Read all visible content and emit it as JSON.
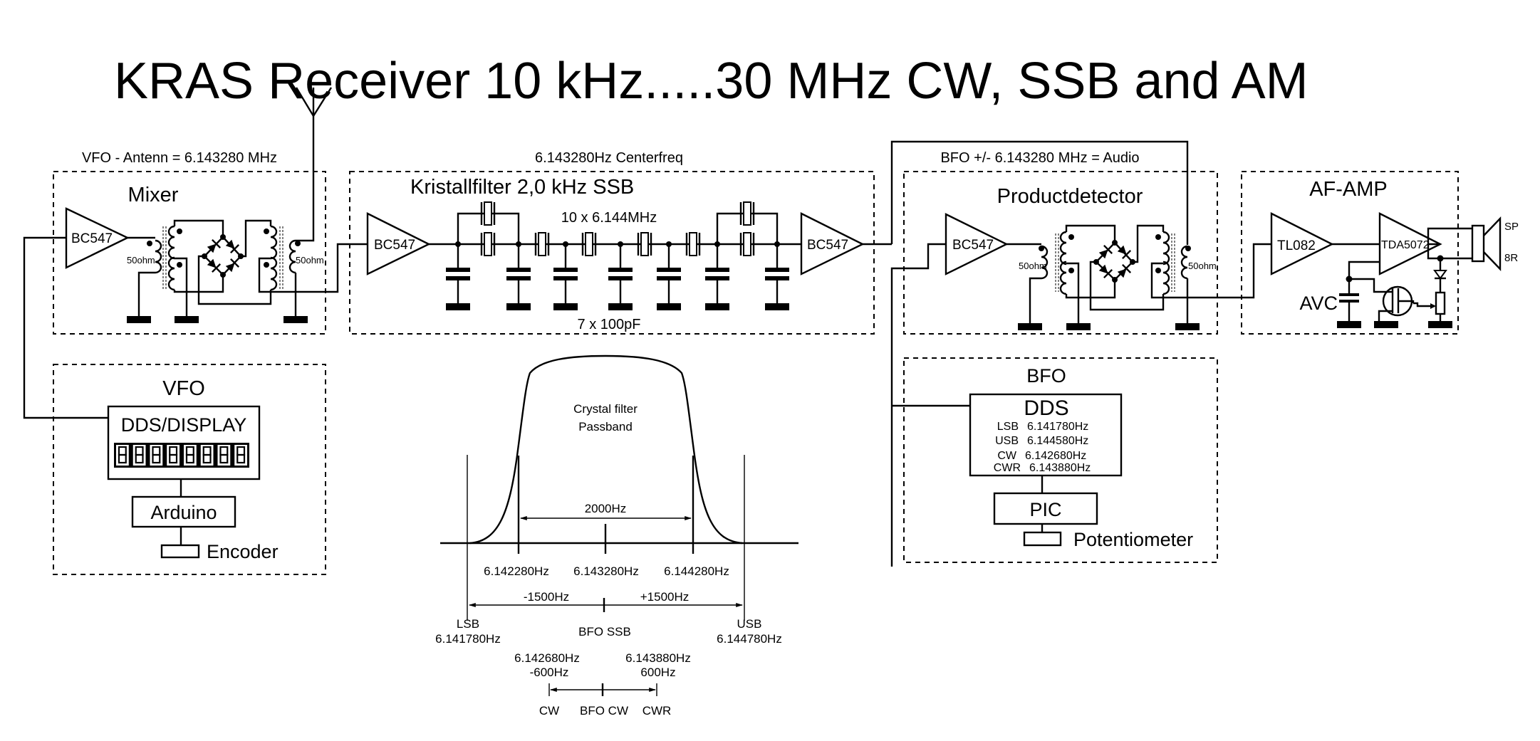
{
  "title": "KRAS Receiver 10 kHz.....30 MHz CW, SSB and AM",
  "colors": {
    "ink": "#000000",
    "background": "#ffffff"
  },
  "mixer": {
    "heading": "VFO - Antenn = 6.143280 MHz",
    "label": "Mixer",
    "amp": "BC547",
    "coil_left": "50ohm",
    "coil_right": "50ohm"
  },
  "filter": {
    "heading": "6.143280Hz  Centerfreq",
    "label": "Kristallfilter  2,0 kHz  SSB",
    "crystals": "10 x 6.144MHz",
    "caps": "7 x 100pF",
    "amp_in": "BC547",
    "amp_out": "BC547"
  },
  "product": {
    "heading": "BFO +/- 6.143280 MHz = Audio",
    "label": "Productdetector",
    "amp": "BC547",
    "coil_left": "50ohm",
    "coil_right": "50ohm"
  },
  "afamp": {
    "label": "AF-AMP",
    "pre": "TL082",
    "power": "TDA5072",
    "avc": "AVC",
    "speaker_top": "SP",
    "speaker_bottom": "8R"
  },
  "vfo": {
    "label": "VFO",
    "dds": "DDS/DISPLAY",
    "display_digits": "88888888",
    "mcu": "Arduino",
    "input": "Encoder"
  },
  "bfo": {
    "label": "BFO",
    "dds": "DDS",
    "modes": [
      {
        "mode": "LSB",
        "freq": "6.141780Hz"
      },
      {
        "mode": "USB",
        "freq": "6.144580Hz"
      },
      {
        "mode": "CW",
        "freq": "6.142680Hz"
      },
      {
        "mode": "CWR",
        "freq": "6.143880Hz"
      }
    ],
    "mcu": "PIC",
    "input": "Potentiometer"
  },
  "passband": {
    "title_line1": "Crystal filter",
    "title_line2": "Passband",
    "bandwidth": "2000Hz",
    "edge_low": "6.142280Hz",
    "center": "6.143280Hz",
    "edge_high": "6.144280Hz",
    "offset_minus": "-1500Hz",
    "offset_plus": "+1500Hz",
    "lsb_label": "LSB",
    "lsb_freq": "6.141780Hz",
    "bfo_ssb": "BFO  SSB",
    "usb_label": "USB",
    "usb_freq": "6.144780Hz",
    "cw_freq": "6.142680Hz",
    "cw_offset": "-600Hz",
    "cwr_freq": "6.143880Hz",
    "cwr_offset": "600Hz",
    "cw_label": "CW",
    "bfo_cw": "BFO  CW",
    "cwr_label": "CWR"
  }
}
